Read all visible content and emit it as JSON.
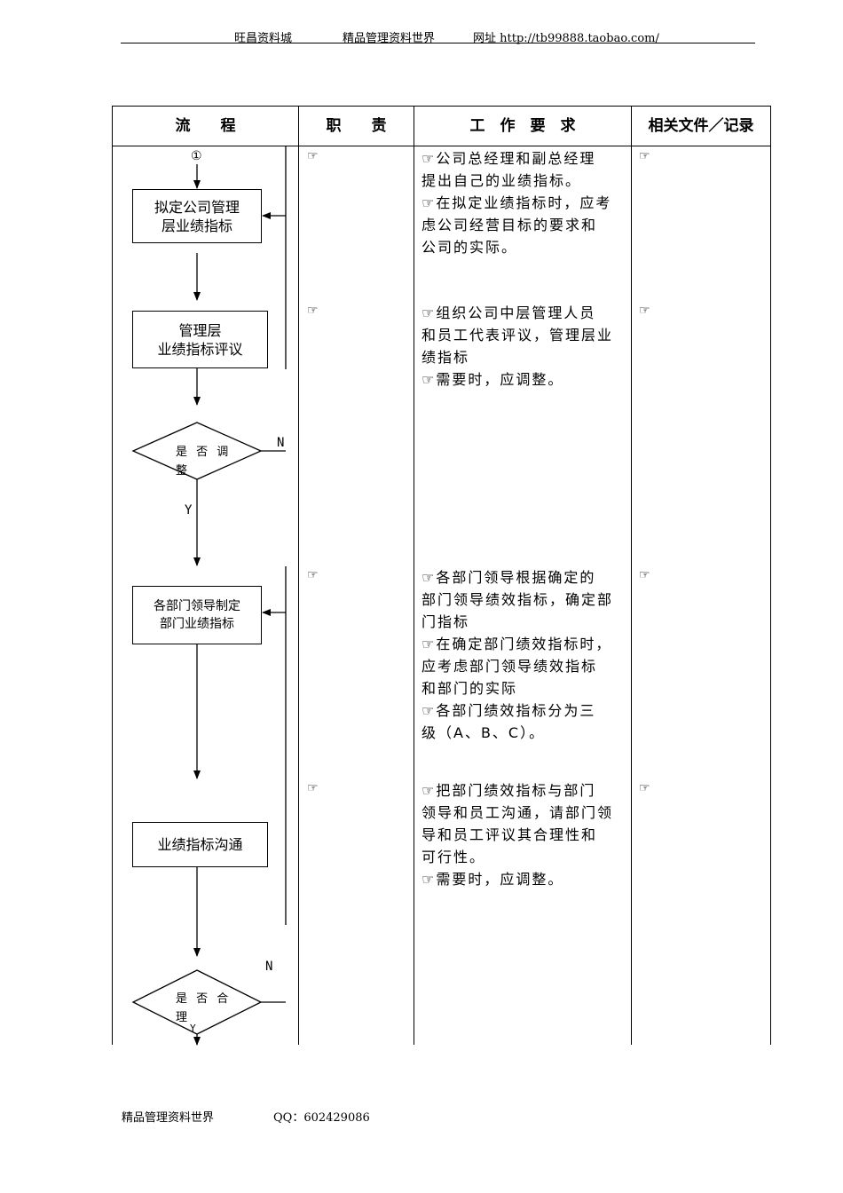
{
  "header": {
    "shop": "旺昌资料城",
    "world": "精品管理资料世界",
    "site": "网址 http://tb99888.taobao.com/"
  },
  "table": {
    "columns": [
      "流　　程",
      "职　　责",
      "工　作　要　求",
      "相关文件／记录"
    ]
  },
  "marker": "☞",
  "flow": {
    "start_connector": "①",
    "step1": "拟定公司管理\n 层业绩指标",
    "step2": "管理层\n业绩指标评议",
    "decision1": "是 否 调\n整",
    "step3": "各部门领导制定\n部门业绩指标",
    "step4": "业绩指标沟通",
    "decision2": "是 否 合\n理",
    "yes": "Y",
    "no": "N"
  },
  "requirements": [
    "☞公司总经理和副总经理\n提出自己的业绩指标。\n☞在拟定业绩指标时，应考\n虑公司经营目标的要求和\n公司的实际。",
    "☞组织公司中层管理人员\n和员工代表评议，管理层业\n绩指标\n☞需要时，应调整。",
    "☞各部门领导根据确定的\n部门领导绩效指标，确定部\n门指标\n☞在确定部门绩效指标时，\n应考虑部门领导绩效指标\n和部门的实际\n☞各部门绩效指标分为三\n级（A、B、C）。",
    "☞把部门绩效指标与部门\n领导和员工沟通，请部门领\n导和员工评议其合理性和\n可行性。\n☞需要时，应调整。"
  ],
  "footer": {
    "left": "精品管理资料世界",
    "qq": "QQ：602429086"
  }
}
